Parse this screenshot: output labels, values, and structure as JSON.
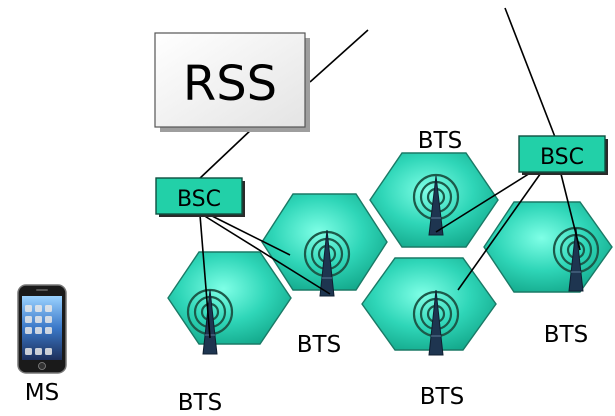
{
  "rss": {
    "label": "RSS"
  },
  "bsc": [
    {
      "label": "BSC"
    },
    {
      "label": "BSC"
    }
  ],
  "bts_labels": [
    {
      "label": "BTS"
    },
    {
      "label": "BTS"
    },
    {
      "label": "BTS"
    },
    {
      "label": "BTS"
    },
    {
      "label": "BTS"
    }
  ],
  "ms": {
    "label": "MS"
  },
  "colors": {
    "cell_fill": "#33ccb0",
    "cell_stroke": "#1a7a66",
    "bsc_fill": "#22d0a8",
    "tower": "#1e3550",
    "wave": "#1c5a4a"
  }
}
